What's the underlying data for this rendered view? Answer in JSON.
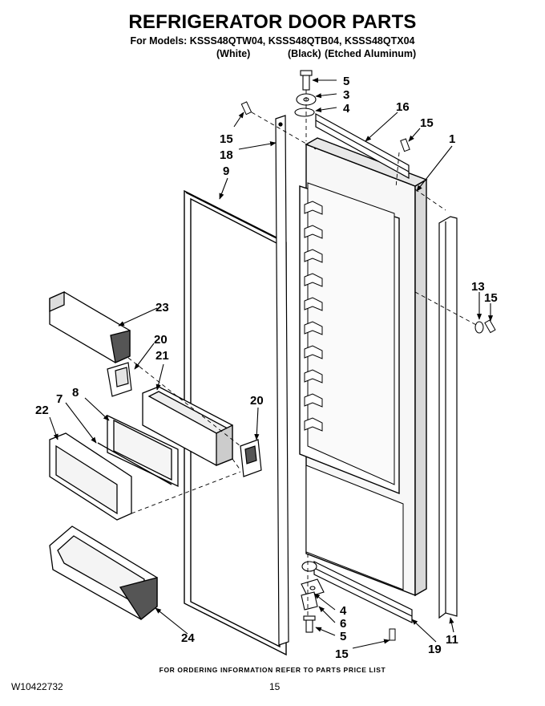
{
  "header": {
    "title": "REFRIGERATOR DOOR PARTS",
    "models_line": "For Models: KSSS48QTW04, KSSS48QTB04, KSSS48QTX04",
    "variant_white": "(White)",
    "variant_black": "(Black)",
    "variant_etched": "(Etched Aluminum)"
  },
  "callouts": {
    "c5_top": "5",
    "c3": "3",
    "c4_top": "4",
    "c16": "16",
    "c15_right": "15",
    "c1": "1",
    "c15_left": "15",
    "c18": "18",
    "c9": "9",
    "c13": "13",
    "c15_hinge": "15",
    "c23": "23",
    "c20_left": "20",
    "c21": "21",
    "c8": "8",
    "c7": "7",
    "c22": "22",
    "c20_right": "20",
    "c4_bottom": "4",
    "c6": "6",
    "c5_bottom": "5",
    "c15_bottom": "15",
    "c19": "19",
    "c11": "11",
    "c24": "24"
  },
  "footer": {
    "ordering_note": "FOR ORDERING INFORMATION REFER TO PARTS PRICE LIST",
    "doc_number": "W10422732",
    "page_number": "15"
  }
}
